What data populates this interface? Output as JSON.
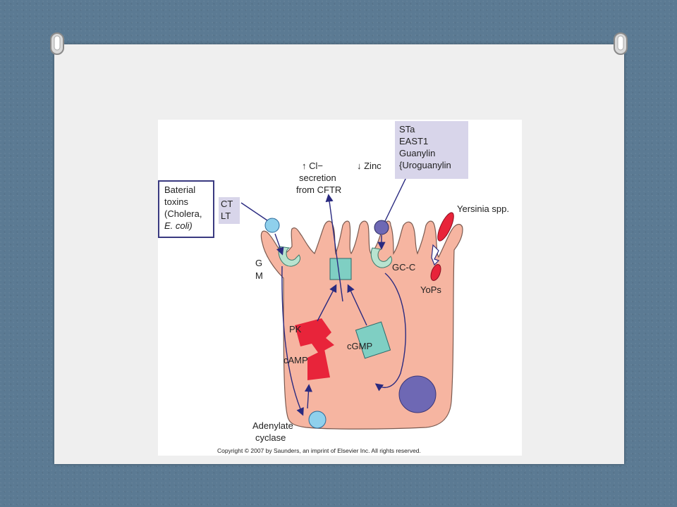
{
  "figure": {
    "toxins_box": [
      "Baterial",
      "toxins",
      "(Cholera,",
      "E. coli)"
    ],
    "ct_lt_box": [
      "CT",
      "LT"
    ],
    "sta_box": [
      "STa",
      "EAST1",
      "Guanylin",
      "{Uroguanylin"
    ],
    "cl_secretion": [
      "↑ Cl−",
      "secretion",
      "from CFTR"
    ],
    "zinc": "↓ Zinc",
    "yersinia": "Yersinia spp.",
    "yops": "YoPs",
    "gm": [
      "G",
      "M"
    ],
    "gcc": "GC-C",
    "pk": "PK",
    "camp": "cAMP",
    "cgmp": "cGMP",
    "adenylate": [
      "Adenylate",
      "cyclase"
    ],
    "copyright": "Copyright © 2007 by Saunders, an imprint of Elsevier Inc. All rights reserved."
  },
  "colors": {
    "cell": "#f6b5a1",
    "cell_stroke": "#7a5a50",
    "arrow": "#2a2a80",
    "receptor": "#b8e3cf",
    "teal": "#7fcfc3",
    "red": "#e8243a",
    "purple": "#6e68b4",
    "lightblue": "#8fd0ec",
    "label_box": "#d8d5ea"
  }
}
